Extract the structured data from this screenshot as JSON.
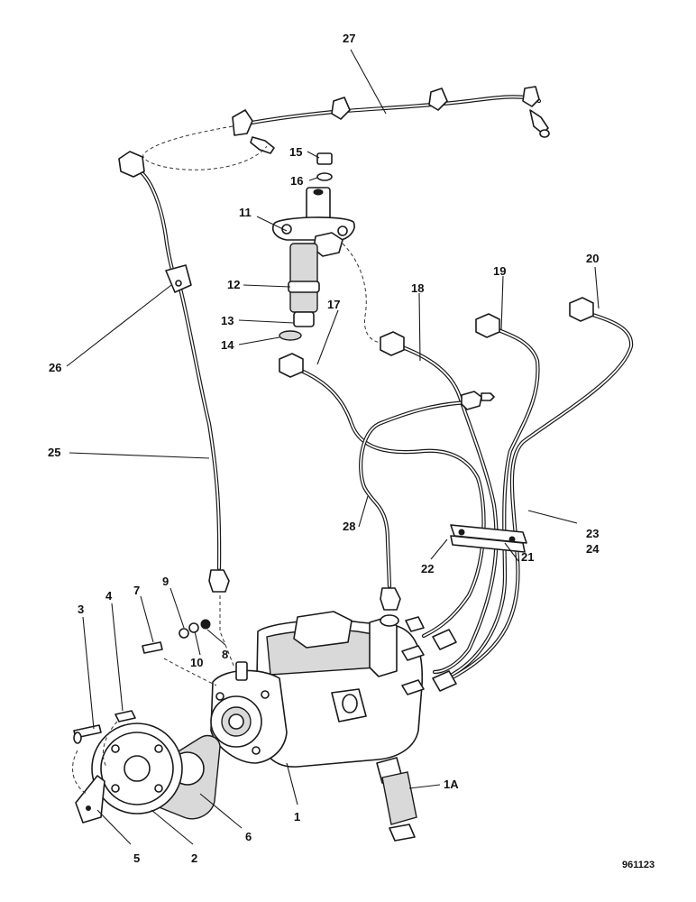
{
  "callouts": {
    "c1": "1",
    "c1a": "1A",
    "c2": "2",
    "c3": "3",
    "c4": "4",
    "c5": "5",
    "c6": "6",
    "c7": "7",
    "c8": "8",
    "c9": "9",
    "c10": "10",
    "c11": "11",
    "c12": "12",
    "c13": "13",
    "c14": "14",
    "c15": "15",
    "c16": "16",
    "c17": "17",
    "c18": "18",
    "c19": "19",
    "c20": "20",
    "c21": "21",
    "c22": "22",
    "c23": "23",
    "c24": "24",
    "c25": "25",
    "c26": "26",
    "c27": "27",
    "c28": "28"
  },
  "reference_number": "961123"
}
